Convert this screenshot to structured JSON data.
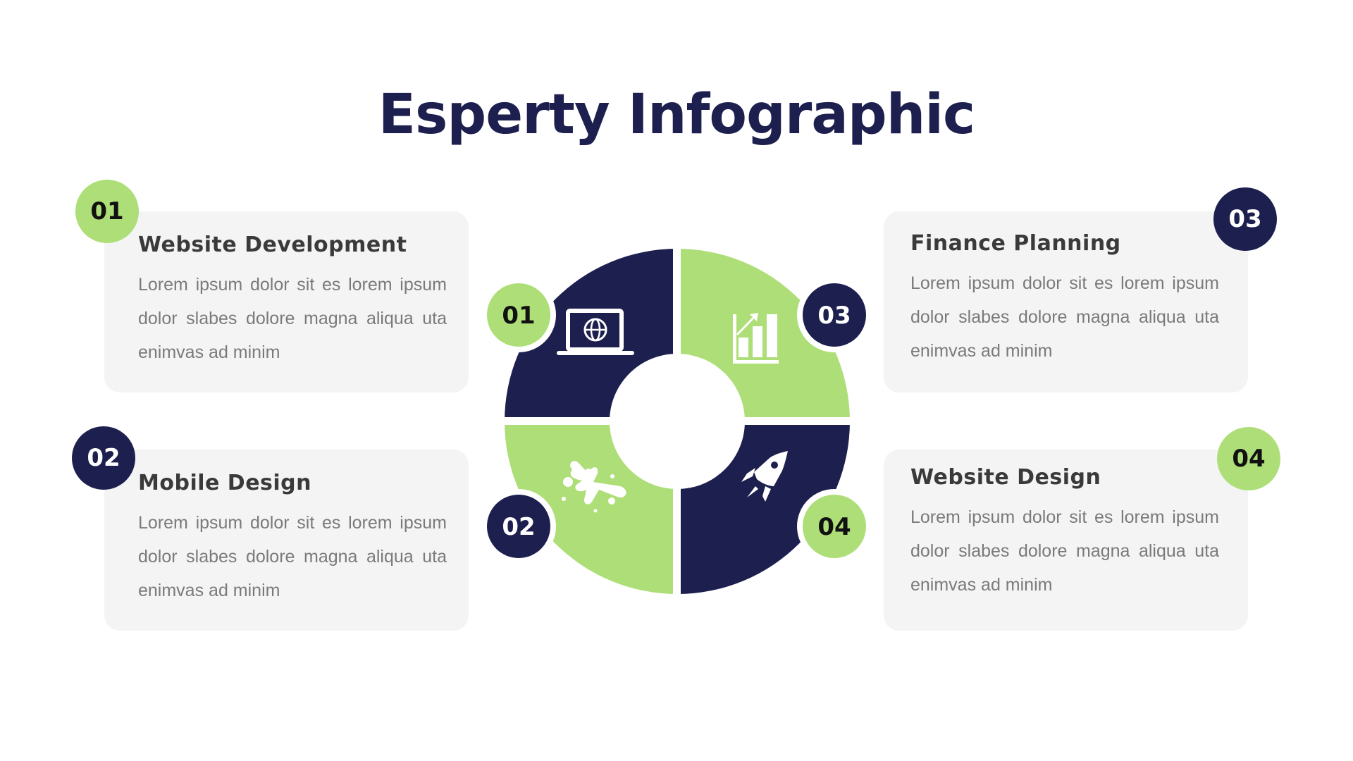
{
  "title": "Esperty Infographic",
  "colors": {
    "navy": "#1d1f4f",
    "green": "#aede78",
    "card": "#f4f4f4"
  },
  "items": [
    {
      "number": "01",
      "title": "Website Development",
      "body": "Lorem ipsum dolor sit es lorem ipsum dolor slabes dolore magna aliqua uta enimvas ad minim",
      "icon": "laptop-globe-icon",
      "color": "navy",
      "badge_color": "green"
    },
    {
      "number": "02",
      "title": "Mobile Design",
      "body": "Lorem ipsum dolor sit es lorem ipsum dolor slabes dolore magna aliqua uta enimvas ad minim",
      "icon": "paint-splash-icon",
      "color": "green",
      "badge_color": "navy"
    },
    {
      "number": "03",
      "title": "Finance Planning",
      "body": "Lorem ipsum dolor sit es lorem ipsum dolor slabes dolore magna aliqua uta enimvas ad minim",
      "icon": "bar-chart-growth-icon",
      "color": "green",
      "badge_color": "navy"
    },
    {
      "number": "04",
      "title": "Website Design",
      "body": "Lorem ipsum dolor sit es lorem ipsum dolor slabes dolore magna aliqua uta enimvas ad minim",
      "icon": "rocket-icon",
      "color": "navy",
      "badge_color": "green"
    }
  ]
}
